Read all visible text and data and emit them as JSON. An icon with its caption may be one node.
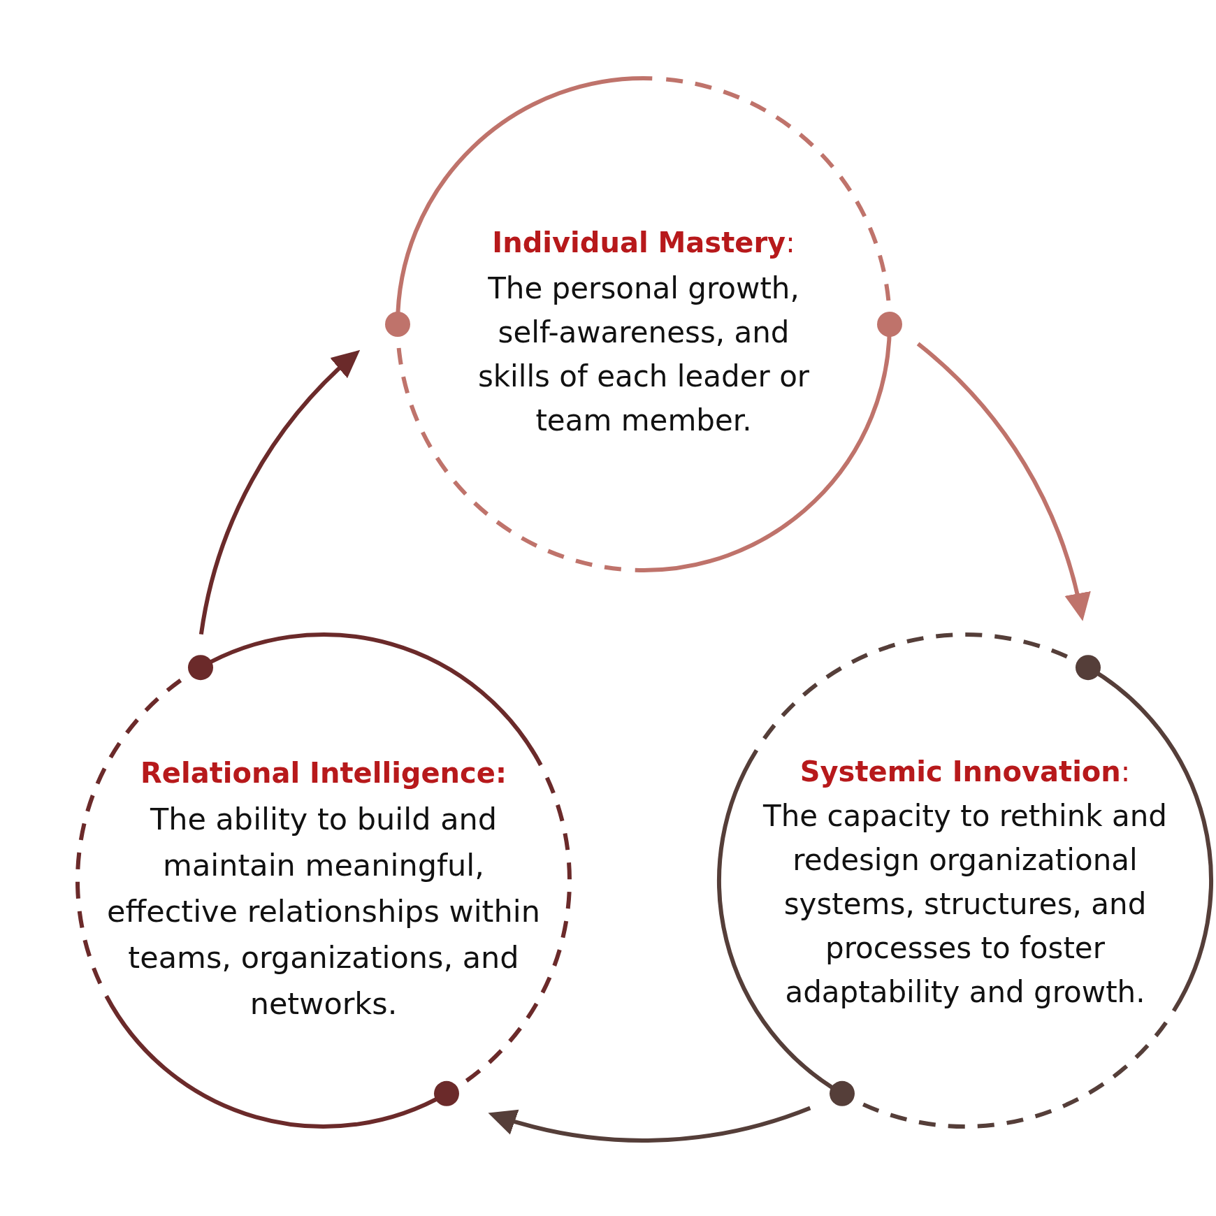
{
  "diagram": {
    "nodes": [
      {
        "text": [
          "**Individual Mastery**:",
          "The personal growth, self-awareness, and skills of each leader or team member."
        ]
      },
      {
        "text": [
          "Relational Intelligence:",
          "The ability to build and maintain meaningful, effective relationships within teams, organizations, and networks."
        ]
      },
      {
        "text": [
          "**Systemic Innovation**:",
          "The capacity to rethink and redesign organizational systems, structures, and processes to foster adaptability and growth."
        ]
      }
    ],
    "edges": [
      {
        "from": 0,
        "to": 2,
        "arrow": "to",
        "color": "#bf736b"
      },
      {
        "from": 2,
        "to": 1,
        "arrow": "to",
        "color": "#553e39"
      },
      {
        "from": 1,
        "to": 0,
        "arrow": "to",
        "color": "#6b2a2a"
      }
    ]
  }
}
